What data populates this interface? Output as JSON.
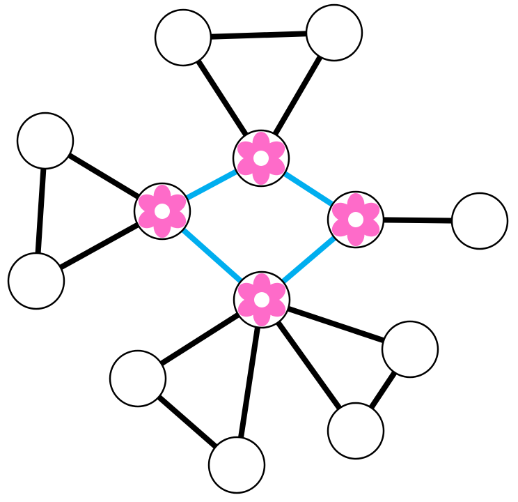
{
  "colors": {
    "edge": "#000000",
    "core_edge": "#00aeef",
    "petal": "#fe6bc9",
    "node_fill": "#ffffff",
    "node_stroke": "#000000"
  },
  "nodes": [
    {
      "id": "top-left",
      "kind": "plain"
    },
    {
      "id": "top-right",
      "kind": "plain"
    },
    {
      "id": "flower-top",
      "kind": "flower"
    },
    {
      "id": "left-top",
      "kind": "plain"
    },
    {
      "id": "left-bottom",
      "kind": "plain"
    },
    {
      "id": "flower-left",
      "kind": "flower"
    },
    {
      "id": "flower-right",
      "kind": "flower"
    },
    {
      "id": "right",
      "kind": "plain"
    },
    {
      "id": "flower-bottom",
      "kind": "flower"
    },
    {
      "id": "bottom-left",
      "kind": "plain"
    },
    {
      "id": "bottom",
      "kind": "plain"
    },
    {
      "id": "bottom-right-top",
      "kind": "plain"
    },
    {
      "id": "bottom-right-bottom",
      "kind": "plain"
    }
  ],
  "edges": [
    {
      "from": "top-left",
      "to": "top-right",
      "kind": "plain"
    },
    {
      "from": "top-left",
      "to": "flower-top",
      "kind": "plain"
    },
    {
      "from": "top-right",
      "to": "flower-top",
      "kind": "plain"
    },
    {
      "from": "left-top",
      "to": "flower-left",
      "kind": "plain"
    },
    {
      "from": "left-top",
      "to": "left-bottom",
      "kind": "plain"
    },
    {
      "from": "left-bottom",
      "to": "flower-left",
      "kind": "plain"
    },
    {
      "from": "flower-right",
      "to": "right",
      "kind": "plain"
    },
    {
      "from": "flower-bottom",
      "to": "bottom-left",
      "kind": "plain"
    },
    {
      "from": "bottom-left",
      "to": "bottom",
      "kind": "plain"
    },
    {
      "from": "flower-bottom",
      "to": "bottom",
      "kind": "plain"
    },
    {
      "from": "flower-bottom",
      "to": "bottom-right-top",
      "kind": "plain"
    },
    {
      "from": "flower-bottom",
      "to": "bottom-right-bottom",
      "kind": "plain"
    },
    {
      "from": "bottom-right-top",
      "to": "bottom-right-bottom",
      "kind": "plain"
    },
    {
      "from": "flower-top",
      "to": "flower-left",
      "kind": "core"
    },
    {
      "from": "flower-top",
      "to": "flower-right",
      "kind": "core"
    },
    {
      "from": "flower-left",
      "to": "flower-bottom",
      "kind": "core"
    },
    {
      "from": "flower-right",
      "to": "flower-bottom",
      "kind": "core"
    }
  ]
}
